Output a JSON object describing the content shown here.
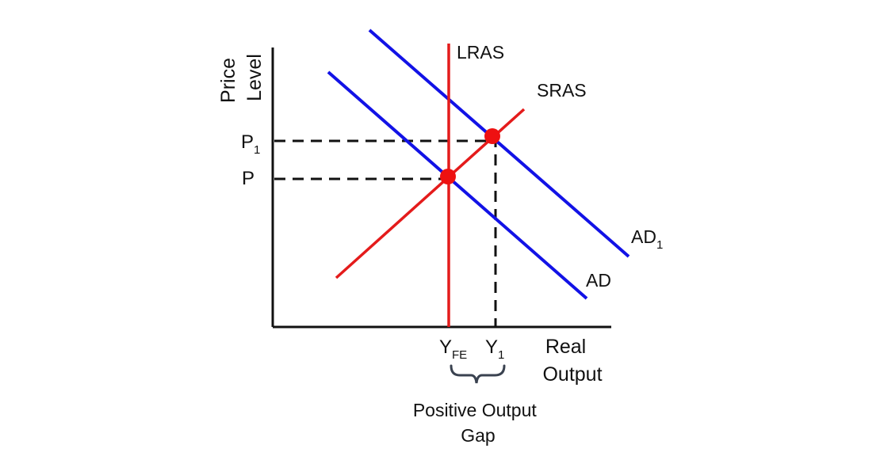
{
  "axes": {
    "y_label": [
      "Price",
      "Level"
    ],
    "x_label": [
      "Real",
      "Output"
    ]
  },
  "curves": {
    "lras": "LRAS",
    "sras": "SRAS",
    "ad": "AD",
    "ad1": {
      "main": "AD",
      "sub": "1"
    }
  },
  "price_ticks": {
    "p": "P",
    "p1": {
      "main": "P",
      "sub": "1"
    }
  },
  "output_ticks": {
    "yfe": {
      "main": "Y",
      "sub": "FE"
    },
    "y1": {
      "main": "Y",
      "sub": "1"
    }
  },
  "gap_label": [
    "Positive Output",
    "Gap"
  ],
  "colors": {
    "demand": "#1212e6",
    "supply": "#e41b1b",
    "equilibrium": "#ee1111",
    "axis": "#111111"
  }
}
